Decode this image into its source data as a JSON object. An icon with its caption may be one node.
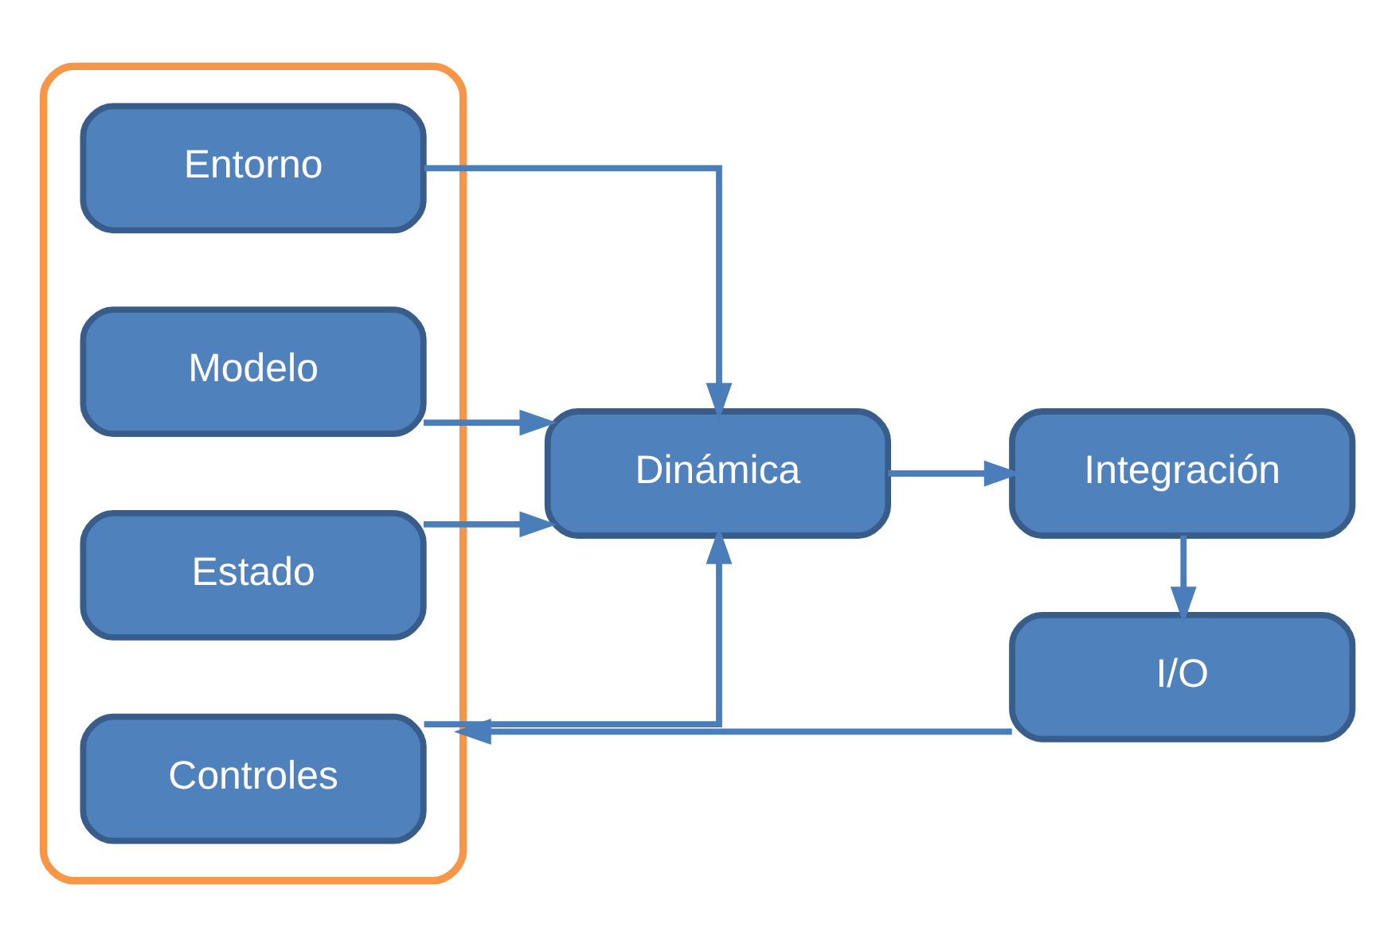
{
  "diagram": {
    "nodes": [
      {
        "text": [],
        "shape": "box"
      },
      {
        "text": [
          "Entorno"
        ],
        "in": 0
      },
      {
        "text": [
          "Modelo"
        ],
        "in": 0
      },
      {
        "text": [
          "Estado"
        ],
        "in": 0
      },
      {
        "text": [
          "Controles"
        ],
        "in": 0
      },
      {
        "text": [
          "Dinámica"
        ]
      },
      {
        "text": [
          "Integración"
        ]
      },
      {
        "text": [
          "I/O"
        ]
      }
    ],
    "edges": [
      {
        "from": 1,
        "to": 5,
        "arrow": "to"
      },
      {
        "from": 2,
        "to": 5,
        "arrow": "to"
      },
      {
        "from": 3,
        "to": 5,
        "arrow": "to"
      },
      {
        "from": 4,
        "to": 5,
        "arrow": "to"
      },
      {
        "from": 5,
        "to": 6,
        "arrow": "to"
      },
      {
        "from": 6,
        "to": 7,
        "arrow": "to"
      },
      {
        "from": 7,
        "to": 0,
        "arrow": "to"
      }
    ]
  }
}
